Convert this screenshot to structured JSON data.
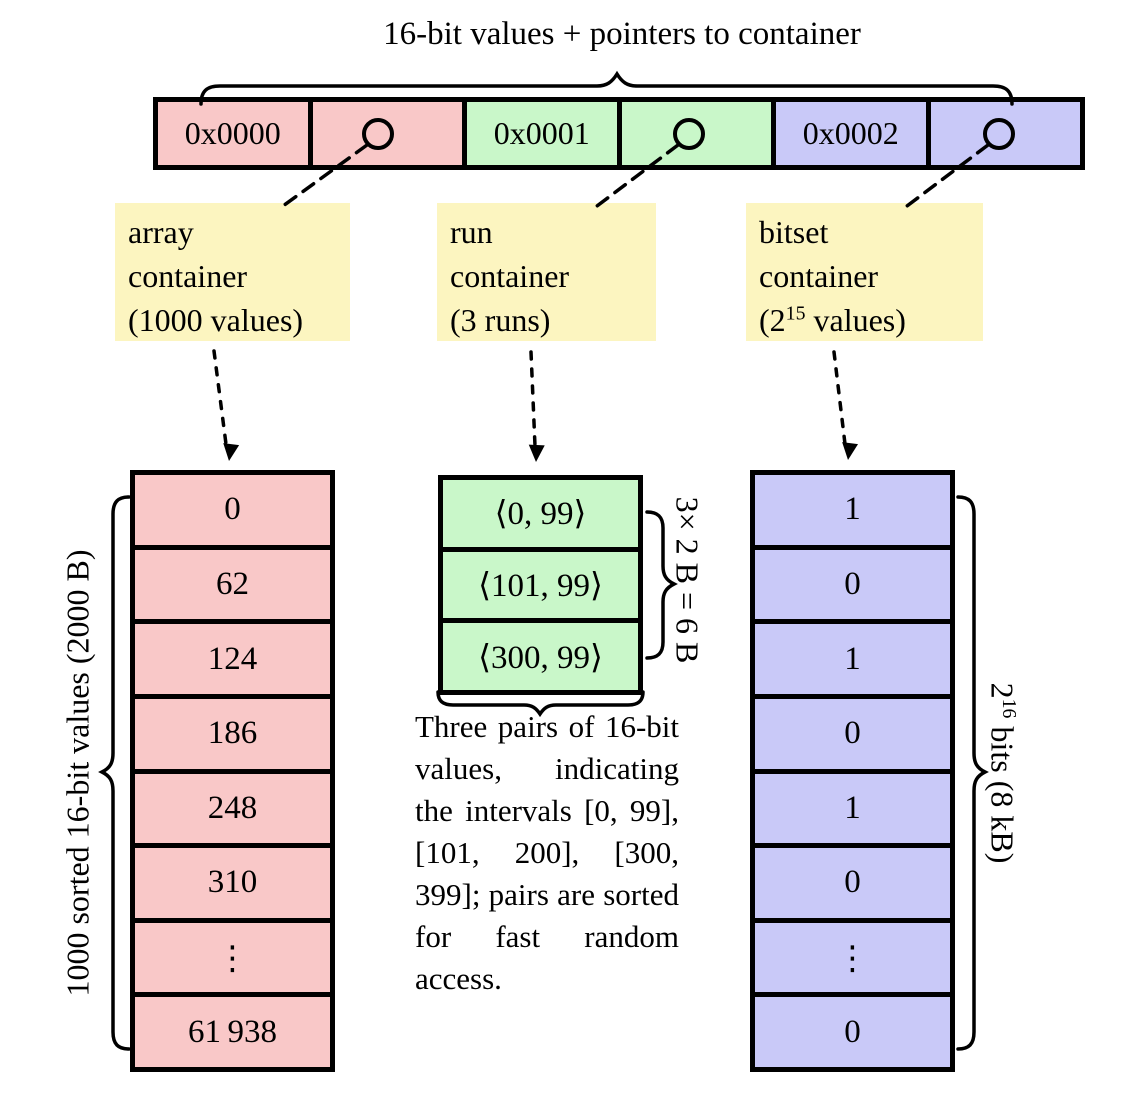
{
  "figure": {
    "title": "16-bit values + pointers to container"
  },
  "colors": {
    "array_pink": "#f9c8c8",
    "run_green": "#c9f7c9",
    "bitset_purple": "#c9c9f8",
    "label_yellow": "#fcf5c0"
  },
  "keys_row": {
    "cells": [
      {
        "label": "0x0000"
      },
      {
        "label": "0x0001"
      },
      {
        "label": "0x0002"
      }
    ],
    "pointer_icon": "circle-pointer-with-dashed-leader"
  },
  "pointer_labels": {
    "array": {
      "line1": "array",
      "line2": "container",
      "line3": "(1000 values)"
    },
    "run": {
      "line1": "run",
      "line2": "container",
      "line3": "(3 runs)"
    },
    "bitset": {
      "line1": "bitset",
      "line2": "container",
      "line3_pre": "(2",
      "line3_sup": "15",
      "line3_post": " values)"
    }
  },
  "array_container": {
    "cells": [
      "0",
      "62",
      "124",
      "186",
      "248",
      "310",
      "⋮",
      "61 938"
    ],
    "brace_label": "1000 sorted 16-bit values (2000 B)"
  },
  "run_container": {
    "cells": [
      "⟨0, 99⟩",
      "⟨101, 99⟩",
      "⟨300, 99⟩"
    ],
    "brace_label": "3× 2 B = 6 B",
    "note": "Three pairs of 16-bit values, indicating the intervals [0, 99], [101, 200], [300, 399]; pairs are sorted for fast random access."
  },
  "bitset_container": {
    "cells": [
      "1",
      "0",
      "1",
      "0",
      "1",
      "0",
      "⋮",
      "0"
    ],
    "brace_label_pre": "2",
    "brace_label_sup": "16",
    "brace_label_post": " bits (8 kB)"
  }
}
